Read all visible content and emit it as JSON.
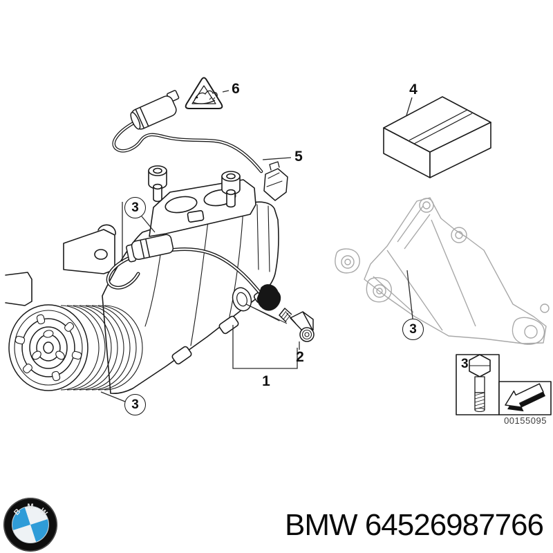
{
  "callouts": {
    "one": "1",
    "two": "2",
    "three": "3",
    "four": "4",
    "five": "5",
    "six": "6"
  },
  "inset": {
    "bolt_label": "3",
    "image_id": "00155095"
  },
  "footer": {
    "brand": "BMW",
    "part_number": "64526987766",
    "logo": {
      "b": "B",
      "m": "M",
      "w": "W"
    }
  },
  "colors": {
    "line": "#1a1a1a",
    "faded": "#a8a8a8",
    "bmw_blue": "#2f9cd8",
    "background": "#ffffff"
  }
}
